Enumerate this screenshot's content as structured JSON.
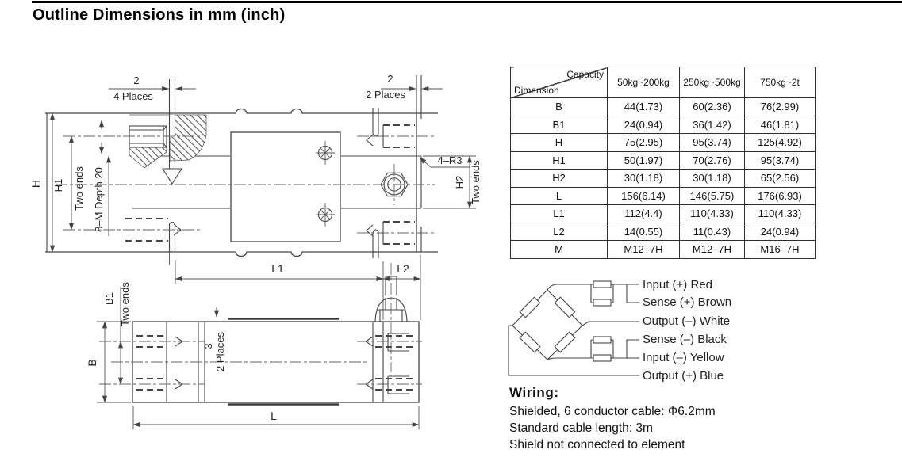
{
  "page": {
    "title": "Outline Dimensions in mm (inch)"
  },
  "table": {
    "header": {
      "diagonal_top": "Capacity",
      "diagonal_bottom": "Dimension",
      "columns": [
        "50kg~200kg",
        "250kg~500kg",
        "750kg~2t"
      ]
    },
    "rows": [
      {
        "dimension": "B",
        "values": [
          "44(1.73)",
          "60(2.36)",
          "76(2.99)"
        ]
      },
      {
        "dimension": "B1",
        "values": [
          "24(0.94)",
          "36(1.42)",
          "46(1.81)"
        ]
      },
      {
        "dimension": "H",
        "values": [
          "75(2.95)",
          "95(3.74)",
          "125(4.92)"
        ]
      },
      {
        "dimension": "H1",
        "values": [
          "50(1.97)",
          "70(2.76)",
          "95(3.74)"
        ]
      },
      {
        "dimension": "H2",
        "values": [
          "30(1.18)",
          "30(1.18)",
          "65(2.56)"
        ]
      },
      {
        "dimension": "L",
        "values": [
          "156(6.14)",
          "146(5.75)",
          "176(6.93)"
        ]
      },
      {
        "dimension": "L1",
        "values": [
          "112(4.4)",
          "110(4.33)",
          "110(4.33)"
        ]
      },
      {
        "dimension": "L2",
        "values": [
          "14(0.55)",
          "11(0.43)",
          "24(0.94)"
        ]
      },
      {
        "dimension": "M",
        "values": [
          "M12–7H",
          "M12–7H",
          "M16–7H"
        ]
      }
    ]
  },
  "drawing": {
    "side_view": {
      "slot_width": "2",
      "slot_places": "4 Places",
      "slot_width_right": "2",
      "slot_places_right": "2 Places",
      "dim_h": "H",
      "dim_h1": "H1",
      "two_ends_left": "Two ends",
      "thread_spec": "8–M Depth 20",
      "corner_radius": "4–R3",
      "dim_h2": "H2",
      "two_ends_right": "Two ends"
    },
    "plan_view": {
      "dim_b": "B",
      "dim_b1": "B1",
      "two_ends": "Two ends",
      "plate_offset": "3",
      "plate_offset_places": "2 Places",
      "dim_l": "L",
      "dim_l1": "L1",
      "dim_l2": "L2"
    }
  },
  "wiring_diagram": {
    "labels": [
      "Input (+) Red",
      "Sense (+) Brown",
      "Output (–) White",
      "Sense (–) Black",
      "Input (–) Yellow",
      "Output (+) Blue"
    ]
  },
  "wiring_notes": {
    "heading": "Wiring:",
    "lines": [
      "Shielded, 6 conductor cable: Φ6.2mm",
      "Standard cable length: 3m",
      "Shield not connected to element"
    ]
  }
}
